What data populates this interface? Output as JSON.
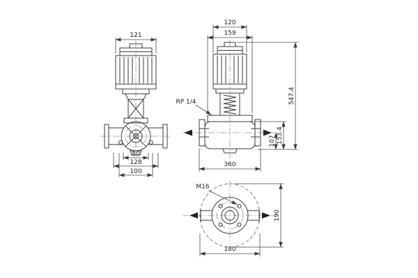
{
  "drawing": {
    "background_color": "#ffffff",
    "line_color": "#3b3b3b",
    "front_view": {
      "dim_motor_width": "121",
      "dim_drain_span": "80",
      "dim_base_width": "128",
      "dim_bolt_span": "100"
    },
    "side_view": {
      "dim_motor_depth": "120",
      "dim_head_width": "159",
      "port_thread_label": "RP 1/4",
      "dim_total_height": "547.4",
      "dim_casing_height": "153.4",
      "dim_axis_height": "107",
      "dim_port_to_port": "360"
    },
    "top_view": {
      "bolt_thread_label": "M16",
      "dim_base_width": "180",
      "dim_base_depth": "190"
    }
  }
}
